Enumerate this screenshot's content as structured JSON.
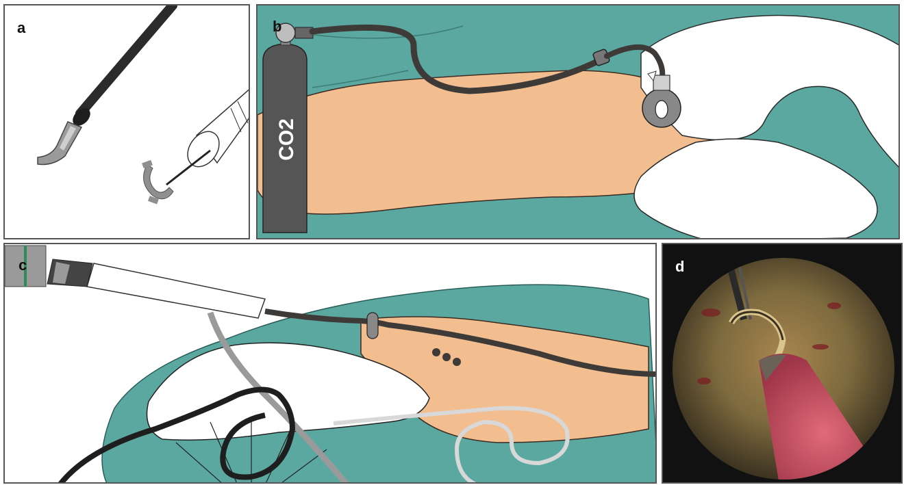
{
  "panels": {
    "a": {
      "label": "a"
    },
    "b": {
      "label": "b",
      "cylinder_text": "CO2"
    },
    "c": {
      "label": "c"
    },
    "d": {
      "label": "d"
    }
  },
  "colors": {
    "teal_drape": "#5aa8a0",
    "skin": "#f2bd8f",
    "cylinder": "#555555",
    "tubing_dark": "#3d3a38",
    "border": "#555555"
  }
}
